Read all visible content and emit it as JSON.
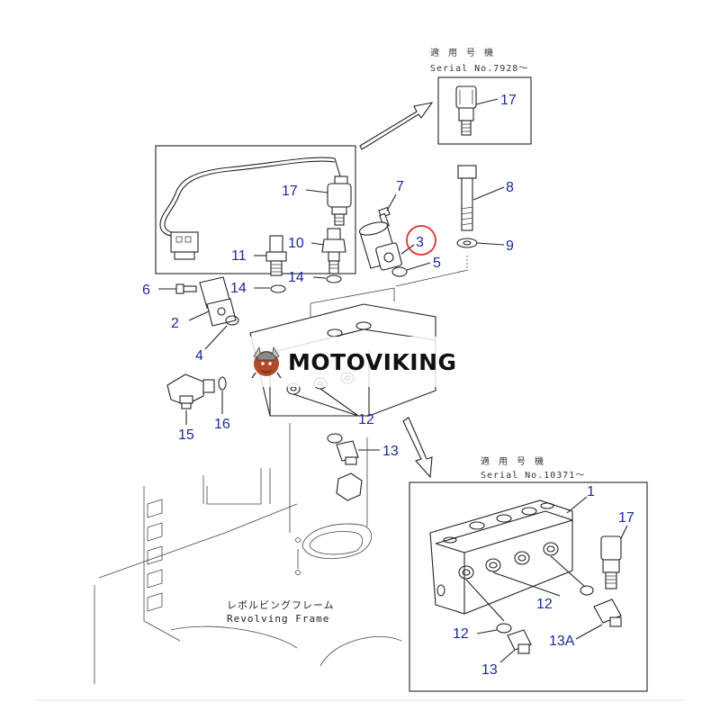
{
  "brand": {
    "name": "MOTOVIKING"
  },
  "insets": {
    "top": {
      "jp": "適 用 号 機",
      "serial": "Serial No.7928～"
    },
    "bottom": {
      "jp": "適 用 号 機",
      "serial": "Serial No.10371～"
    }
  },
  "frame_label": {
    "jp": "レボルビングフレーム",
    "en": "Revolving Frame"
  },
  "callouts": {
    "p1": "1",
    "p2": "2",
    "p3": "3",
    "p4": "4",
    "p5": "5",
    "p6": "6",
    "p7": "7",
    "p8": "8",
    "p9": "9",
    "p10": "10",
    "p11": "11",
    "p12a": "12",
    "p12b": "12",
    "p12c": "12",
    "p13a": "13",
    "p13b": "13",
    "p13A": "13A",
    "p14a": "14",
    "p14b": "14",
    "p15": "15",
    "p16": "16",
    "p17a": "17",
    "p17b": "17",
    "p17c": "17"
  },
  "highlight": {
    "part": "3",
    "color": "#e03030"
  },
  "colors": {
    "callout": "#1a2a9a",
    "lines": "#222222"
  }
}
